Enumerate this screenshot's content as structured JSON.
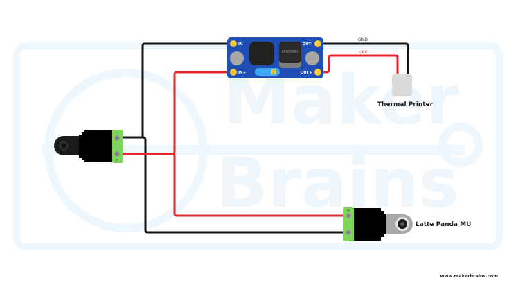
{
  "watermark": {
    "line1": "Maker",
    "line2": "Brains"
  },
  "buck_converter": {
    "chip_label": "LM2596S",
    "pins": {
      "in_minus": "IN-",
      "in_plus": "IN+",
      "out_minus": "OUT-",
      "out_plus": "OUT+"
    },
    "colors": {
      "board": "#1f4fb5",
      "pad": "#f4c83c",
      "pot": "#3fa9f5"
    }
  },
  "wires": {
    "gnd_label": "GND",
    "voltage_label": "~8V",
    "colors": {
      "positive": "#e8262b",
      "negative": "#111111"
    }
  },
  "components": {
    "thermal_printer": "Thermal Printer",
    "latte_panda": "Latte Panda MU",
    "input_jack": {
      "minus": "-",
      "plus": "+"
    },
    "output_jack": {
      "minus": "-",
      "plus": "+"
    }
  },
  "footer": {
    "website": "www.makerbrains.com"
  }
}
